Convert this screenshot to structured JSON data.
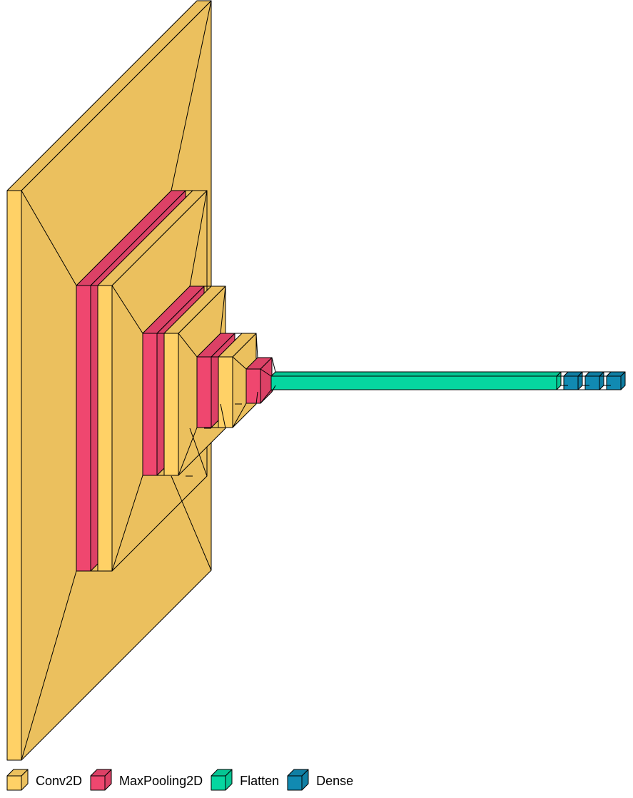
{
  "layer_types": {
    "conv2d": {
      "label": "Conv2D",
      "color": "#FFD166"
    },
    "maxpool": {
      "label": "MaxPooling2D",
      "color": "#EF476F"
    },
    "flatten": {
      "label": "Flatten",
      "color": "#06D6A0"
    },
    "dense": {
      "label": "Dense",
      "color": "#118AB2"
    }
  },
  "legend": {
    "items": [
      {
        "type": "conv2d",
        "label": "Conv2D",
        "icon": "cube-icon"
      },
      {
        "type": "maxpool",
        "label": "MaxPooling2D",
        "icon": "cube-icon"
      },
      {
        "type": "flatten",
        "label": "Flatten",
        "icon": "cube-icon"
      },
      {
        "type": "dense",
        "label": "Dense",
        "icon": "cube-icon"
      }
    ]
  },
  "layers": [
    {
      "type": "conv2d"
    },
    {
      "type": "maxpool"
    },
    {
      "type": "conv2d"
    },
    {
      "type": "maxpool"
    },
    {
      "type": "conv2d"
    },
    {
      "type": "maxpool"
    },
    {
      "type": "conv2d"
    },
    {
      "type": "maxpool"
    },
    {
      "type": "flatten"
    },
    {
      "type": "dense"
    },
    {
      "type": "dense"
    },
    {
      "type": "dense"
    }
  ]
}
